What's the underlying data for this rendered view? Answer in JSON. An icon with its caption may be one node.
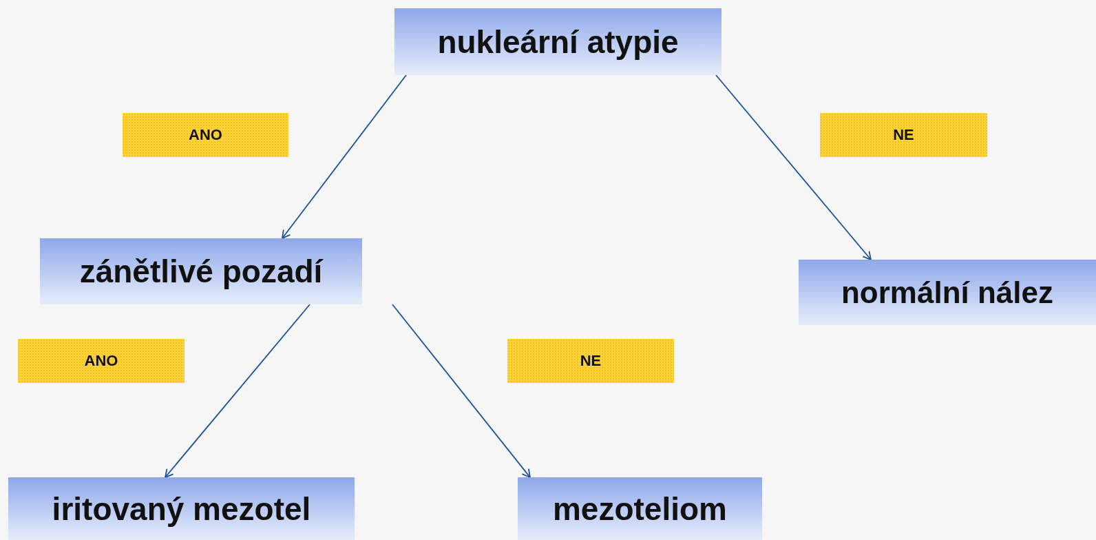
{
  "diagram": {
    "nodes": [
      {
        "text": [
          "nukleární atypie"
        ]
      },
      {
        "text": [
          "zánětlivé pozadí"
        ]
      },
      {
        "text": [
          "normální nález"
        ]
      },
      {
        "text": [
          "iritovaný mezotel"
        ]
      },
      {
        "text": [
          "mezoteliom"
        ]
      }
    ],
    "edges": [
      {
        "from": 0,
        "to": 1,
        "arrow": "to"
      },
      {
        "from": 0,
        "to": 2,
        "arrow": "to"
      },
      {
        "from": 1,
        "to": 3,
        "arrow": "to"
      },
      {
        "from": 1,
        "to": 4,
        "arrow": "to"
      }
    ],
    "labels": [
      "ANO",
      "NE",
      "ANO",
      "NE"
    ]
  }
}
